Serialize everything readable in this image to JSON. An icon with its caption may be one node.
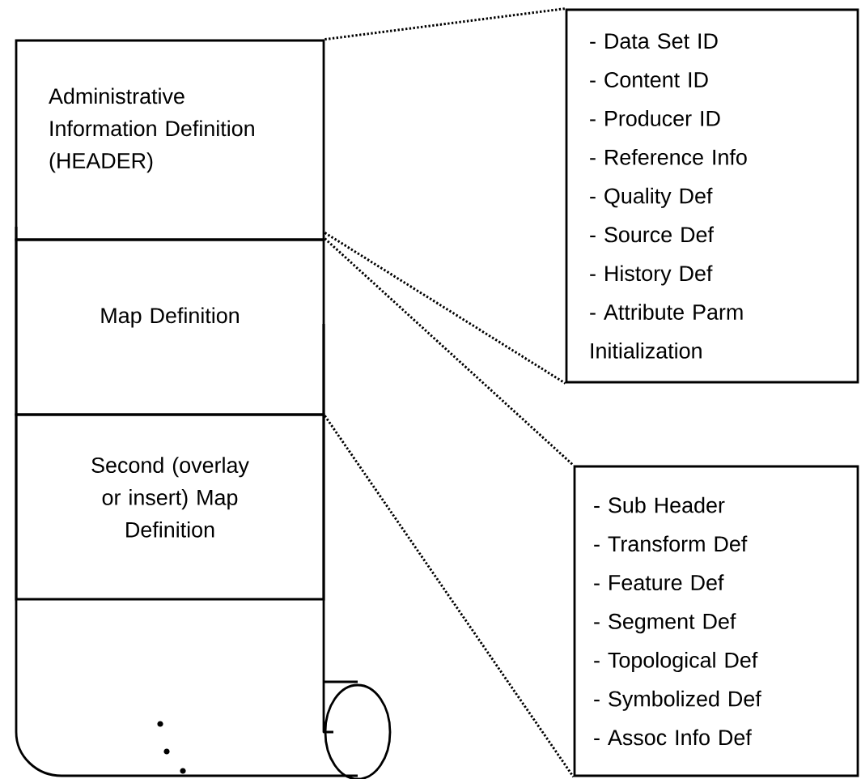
{
  "diagram": {
    "nodes": [
      {
        "text": [
          "Administrative Information Definition (HEADER)"
        ]
      },
      {
        "text": [
          "Map Definition"
        ]
      },
      {
        "text": [
          "Second (overlay or insert) Map Definition"
        ]
      },
      {
        "text": [
          "- Data Set ID",
          "- Content ID",
          "- Producer ID",
          "- Reference Info",
          "- Quality Def",
          "- Source Def",
          "- History Def",
          "- Attribute Parm Initialization"
        ]
      },
      {
        "text": [
          "- Sub Header",
          "- Transform Def",
          "- Feature Def",
          "- Segment Def",
          "- Topological Def",
          "- Symbolized Def",
          "- Assoc Info Def"
        ]
      }
    ],
    "edges": [
      {
        "from": 0,
        "to": 3,
        "arrow": "none"
      },
      {
        "from": 0,
        "to": 3,
        "arrow": "none"
      },
      {
        "from": 1,
        "to": 4,
        "arrow": "none"
      },
      {
        "from": 1,
        "to": 4,
        "arrow": "none"
      }
    ]
  }
}
